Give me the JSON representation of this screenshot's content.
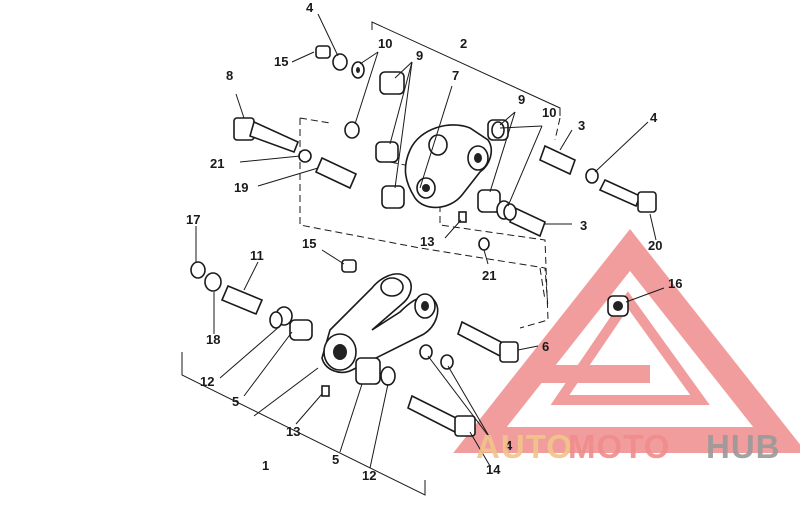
{
  "diagram": {
    "callouts": [
      {
        "id": "c4a",
        "text": "4"
      },
      {
        "id": "c2",
        "text": "2"
      },
      {
        "id": "c10a",
        "text": "10"
      },
      {
        "id": "c15a",
        "text": "15"
      },
      {
        "id": "c9a",
        "text": "9"
      },
      {
        "id": "c8",
        "text": "8"
      },
      {
        "id": "c7",
        "text": "7"
      },
      {
        "id": "c9b",
        "text": "9"
      },
      {
        "id": "c10b",
        "text": "10"
      },
      {
        "id": "c3a",
        "text": "3"
      },
      {
        "id": "c4b",
        "text": "4"
      },
      {
        "id": "c21a",
        "text": "21"
      },
      {
        "id": "c19",
        "text": "19"
      },
      {
        "id": "c3b",
        "text": "3"
      },
      {
        "id": "c13a",
        "text": "13"
      },
      {
        "id": "c20",
        "text": "20"
      },
      {
        "id": "c17",
        "text": "17"
      },
      {
        "id": "c15b",
        "text": "15"
      },
      {
        "id": "c11",
        "text": "11"
      },
      {
        "id": "c21b",
        "text": "21"
      },
      {
        "id": "c16",
        "text": "16"
      },
      {
        "id": "c18",
        "text": "18"
      },
      {
        "id": "c6",
        "text": "6"
      },
      {
        "id": "c12a",
        "text": "12"
      },
      {
        "id": "c5a",
        "text": "5"
      },
      {
        "id": "c13b",
        "text": "13"
      },
      {
        "id": "c4c",
        "text": "4"
      },
      {
        "id": "c1",
        "text": "1"
      },
      {
        "id": "c5b",
        "text": "5"
      },
      {
        "id": "c14",
        "text": "14"
      },
      {
        "id": "c12b",
        "text": "12"
      }
    ]
  },
  "watermark": {
    "part1": "AUTO",
    "part2": "MOTO",
    "part3": "HUB",
    "colors": {
      "auto": "#f0c58a",
      "moto": "#f08c8c",
      "hub": "#9a9a9a",
      "triangle": "#f08c8c"
    }
  }
}
